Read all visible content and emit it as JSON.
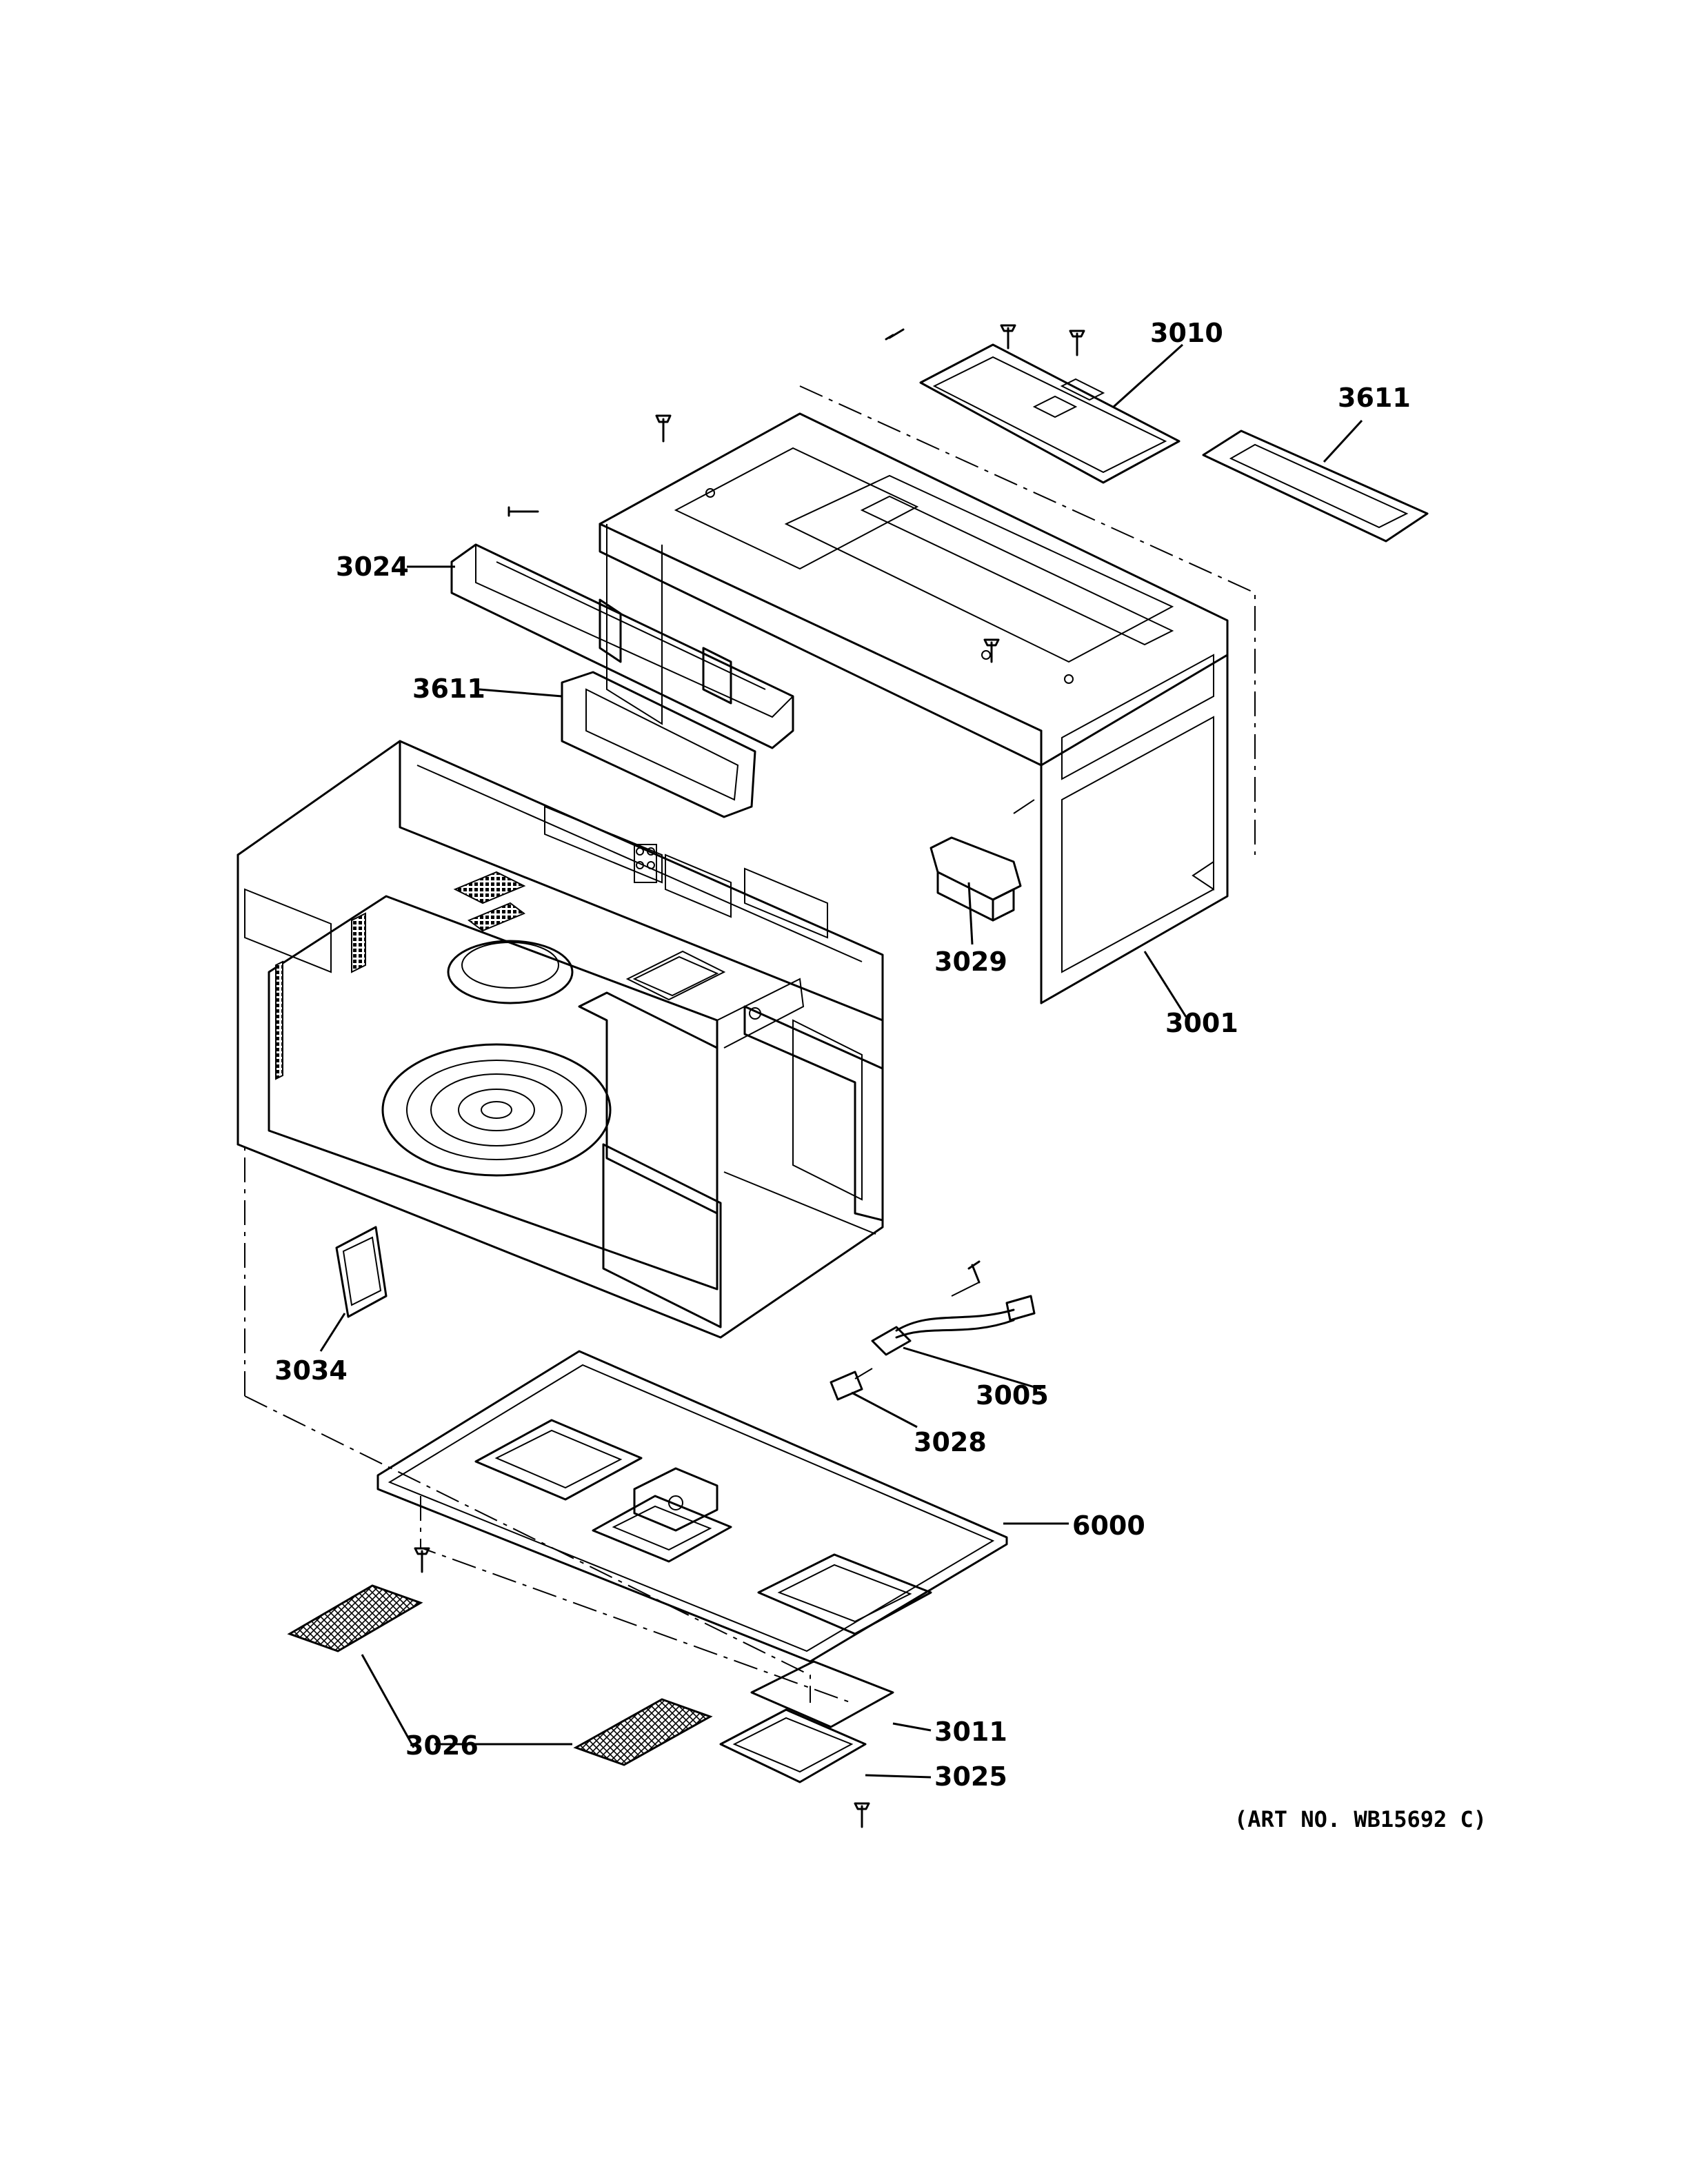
{
  "callouts": {
    "p3010": "3010",
    "p3611_top": "3611",
    "p3024": "3024",
    "p3611_left": "3611",
    "p3029": "3029",
    "p3001": "3001",
    "p3034": "3034",
    "p3005": "3005",
    "p3028": "3028",
    "p6000": "6000",
    "p3026": "3026",
    "p3011": "3011",
    "p3025": "3025"
  },
  "art_number": "(ART NO. WB15692 C)"
}
